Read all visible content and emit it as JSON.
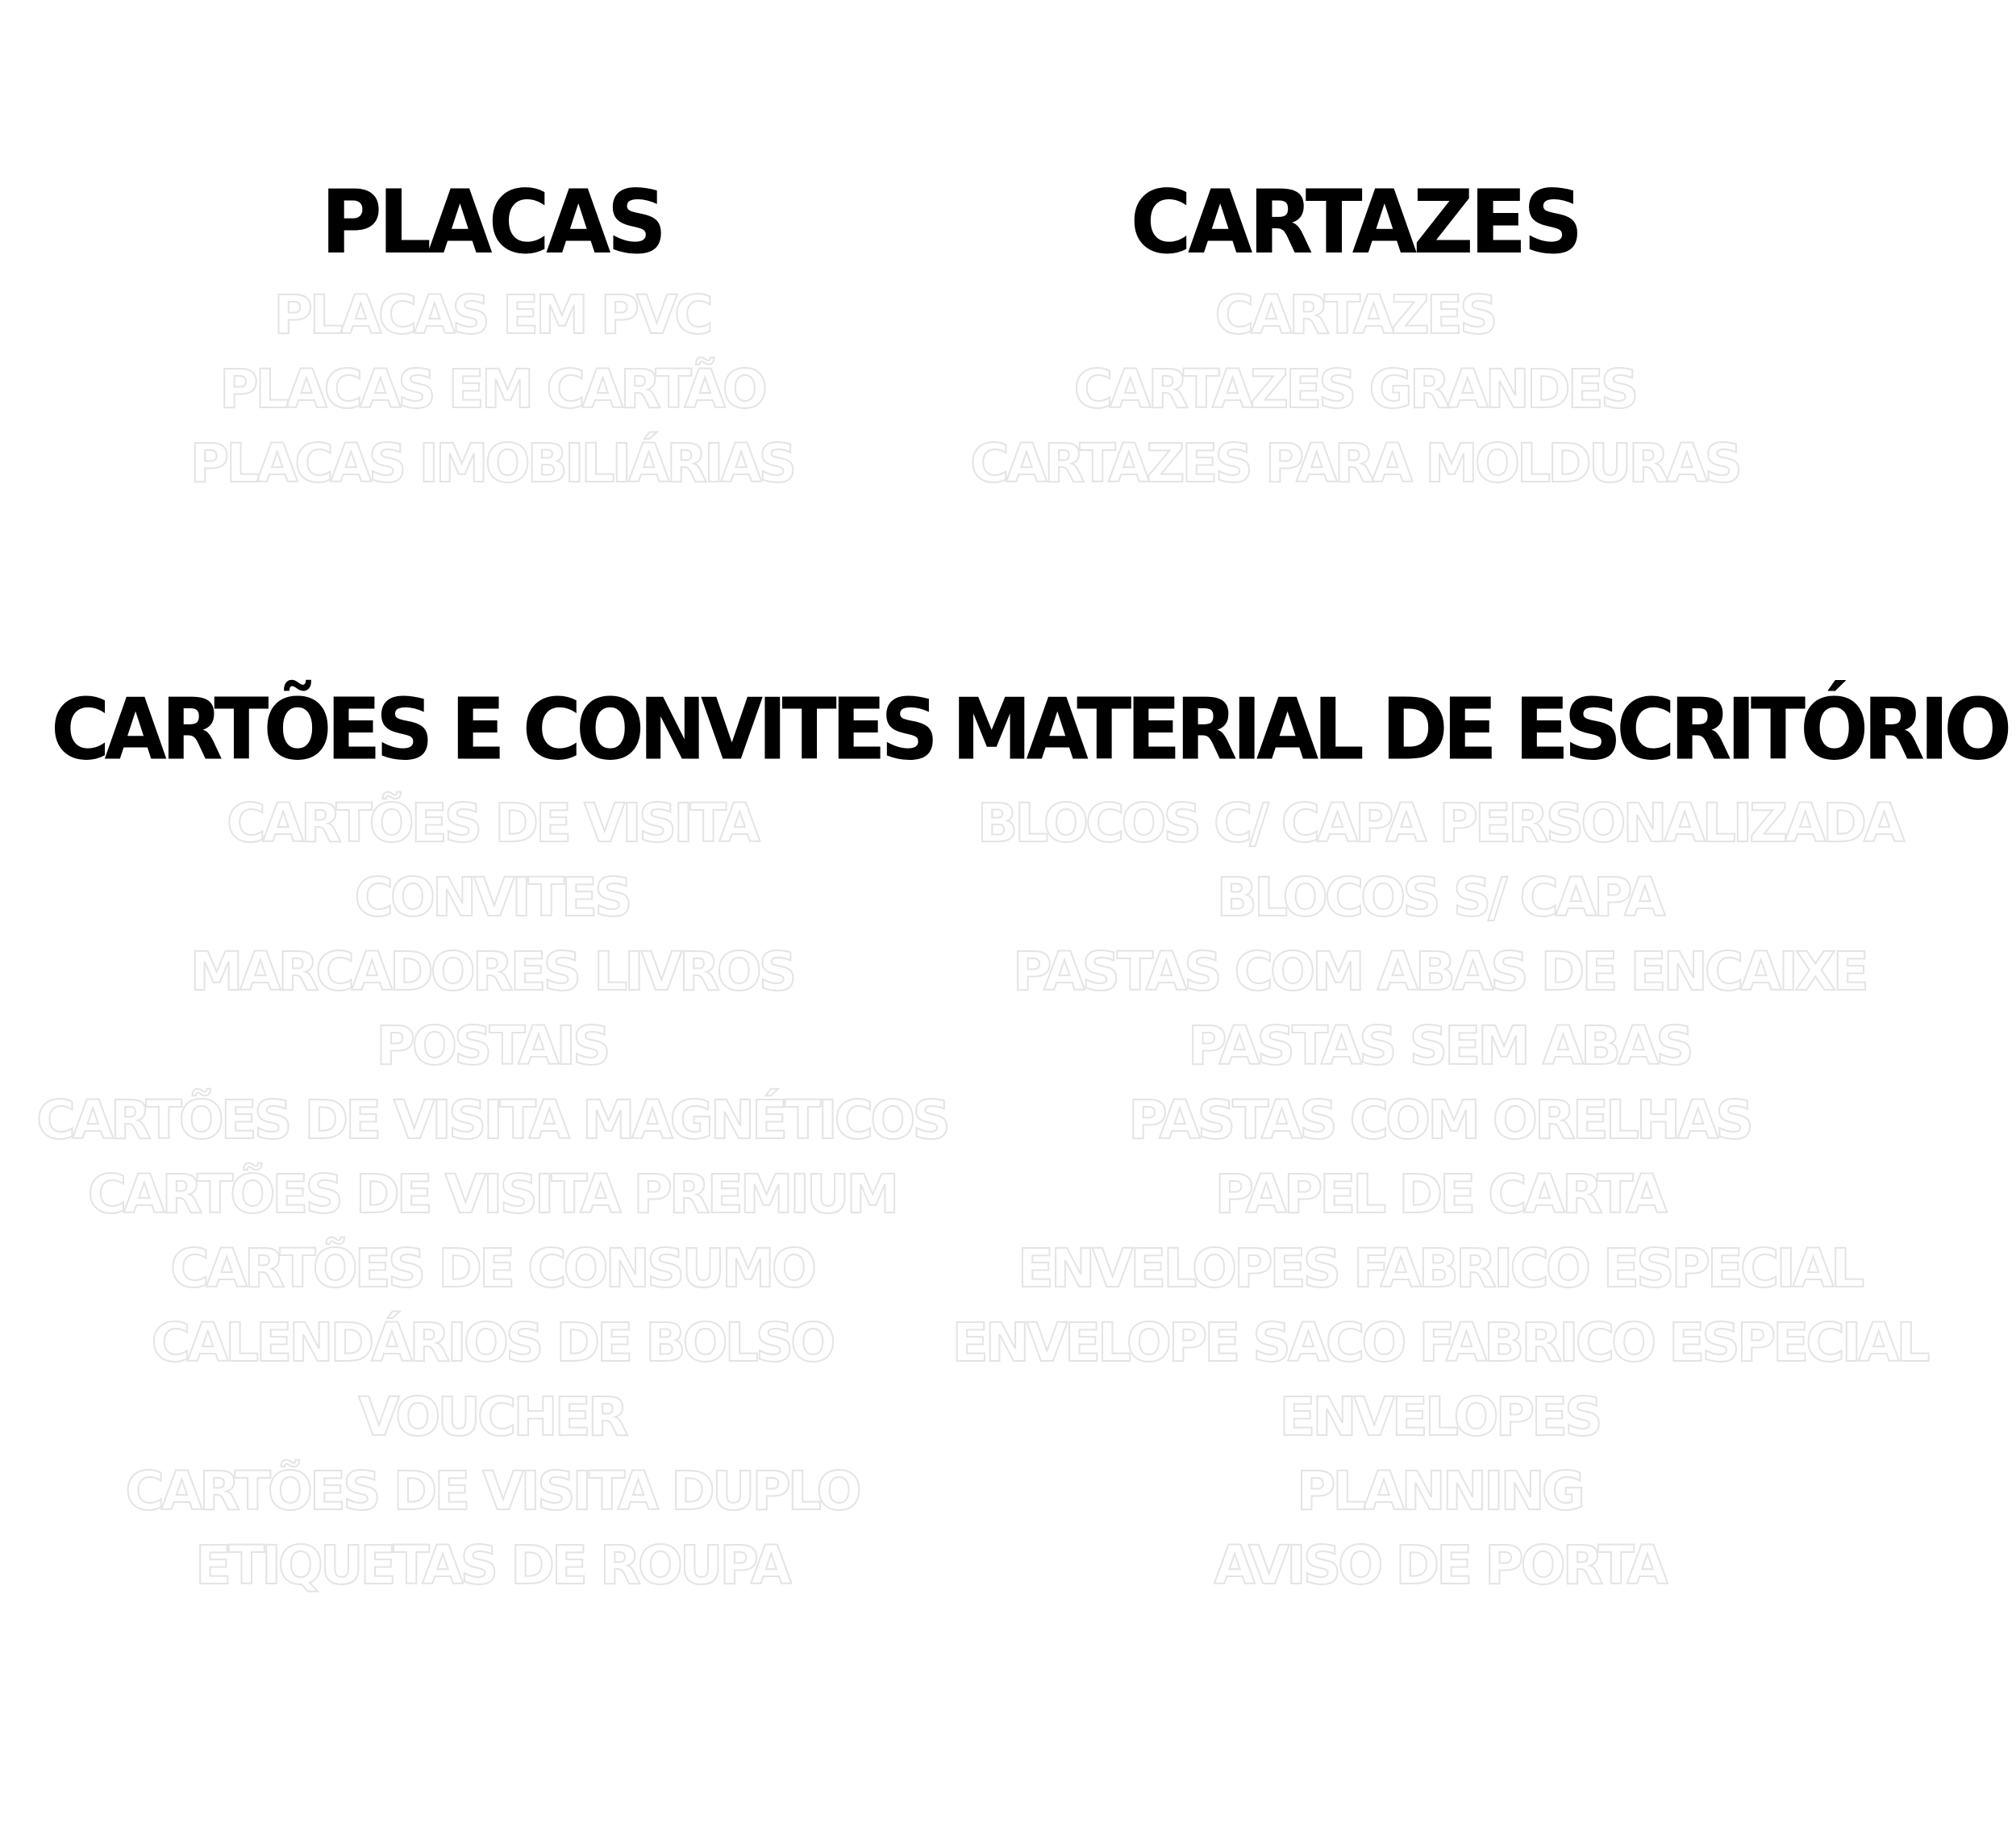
{
  "sections": [
    {
      "heading": "PLACAS",
      "items": [
        "PLACAS EM PVC",
        "PLACAS EM CARTÃO",
        "PLACAS IMOBILIÁRIAS"
      ]
    },
    {
      "heading": "CARTAZES",
      "items": [
        "CARTAZES",
        "CARTAZES GRANDES",
        "CARTAZES PARA MOLDURAS"
      ]
    },
    {
      "heading": "CARTÕES E CONVITES",
      "items": [
        "CARTÕES DE VISITA",
        "CONVITES",
        "MARCADORES LIVROS",
        "POSTAIS",
        "CARTÕES DE VISITA MAGNÉTICOS",
        "CARTÕES DE VISITA PREMIUM",
        "CARTÕES DE CONSUMO",
        "CALENDÁRIOS DE BOLSO",
        "VOUCHER",
        "CARTÕES DE VISITA DUPLO",
        "ETIQUETAS DE ROUPA"
      ]
    },
    {
      "heading": "MATERIAL DE ESCRITÓRIO",
      "items": [
        "BLOCOS C/ CAPA PERSONALIZADA",
        "BLOCOS S/ CAPA",
        "PASTAS COM ABAS DE ENCAIXE",
        "PASTAS SEM ABAS",
        "PASTAS COM ORELHAS",
        "PAPEL DE CARTA",
        "ENVELOPES FABRICO ESPECIAL",
        "ENVELOPE SACO FABRICO ESPECIAL",
        "ENVELOPES",
        "PLANNING",
        "AVISO DE PORTA"
      ]
    }
  ],
  "colors": {
    "background": "#ffffff",
    "heading": "#000000",
    "item_fill": "#ffffff",
    "item_outline": "#e4e4e4"
  }
}
